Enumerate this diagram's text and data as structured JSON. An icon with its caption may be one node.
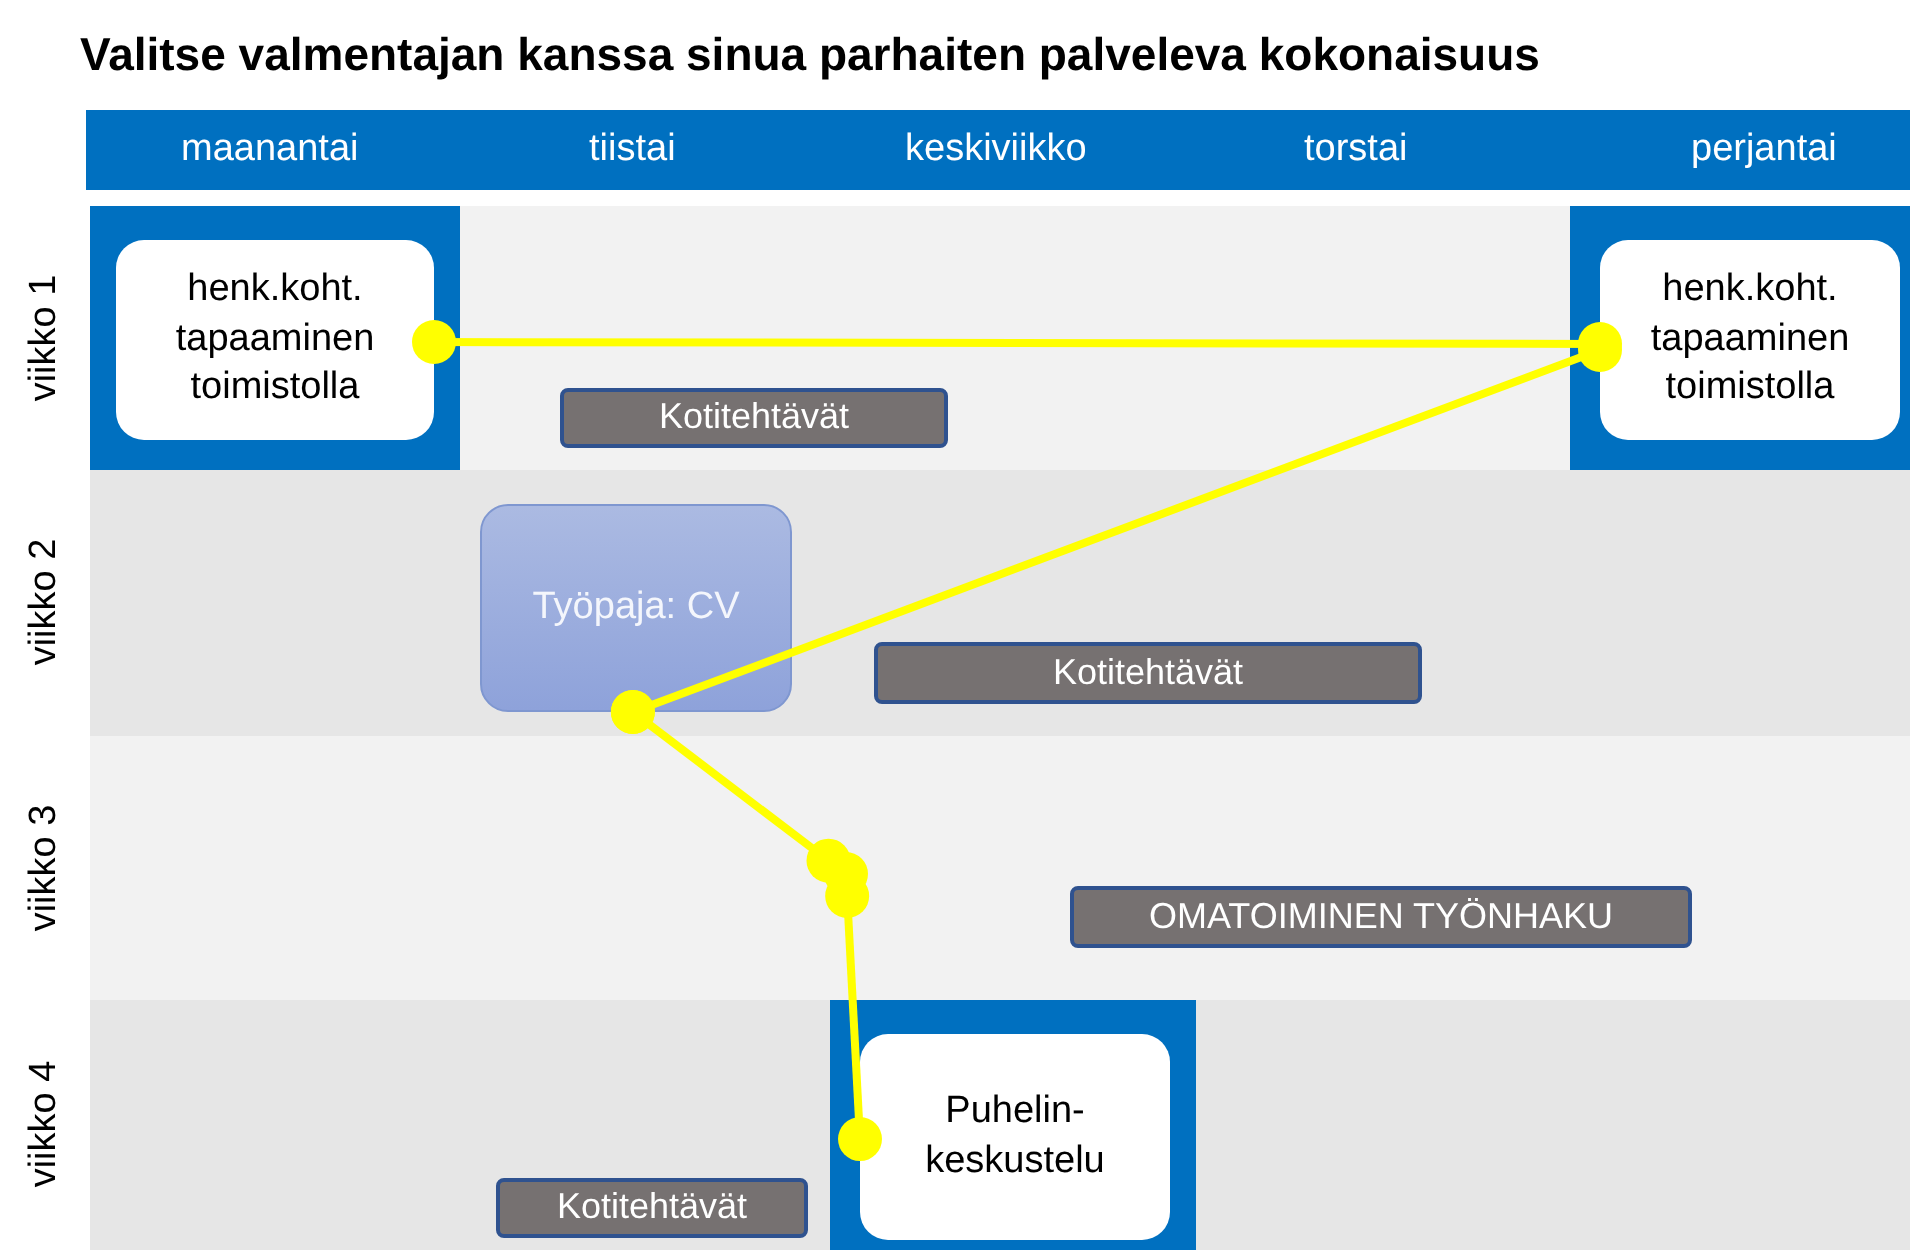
{
  "diagram": {
    "title": "Valitse valmentajan kanssa sinua parhaiten palveleva kokonaisuus",
    "nodes": [
      {
        "text": [
          "henk.koht. tapaaminen toimistolla"
        ]
      },
      {
        "text": [
          "henk.koht. tapaaminen toimistolla"
        ]
      },
      {
        "text": [
          "Työpaja: CV"
        ]
      },
      {
        "text": [
          "Puhelin- keskustelu"
        ]
      },
      {
        "text": [
          "Kotitehtävät"
        ]
      },
      {
        "text": [
          "Kotitehtävät"
        ]
      },
      {
        "text": [
          "OMATOIMINEN TYÖNHAKU"
        ]
      },
      {
        "text": [
          "Kotitehtävät"
        ]
      },
      {
        "text": [],
        "shape": "circle"
      }
    ],
    "edges": [
      {
        "from": 0,
        "to": 1,
        "arrow": "other"
      },
      {
        "from": 1,
        "to": 2,
        "arrow": "other"
      },
      {
        "from": 2,
        "to": 8,
        "arrow": "other"
      },
      {
        "from": 8,
        "to": 3,
        "arrow": "other"
      }
    ],
    "labels": [
      "maanantai",
      "tiistai",
      "keskiviikko",
      "torstai",
      "perjantai",
      "viikko 1",
      "viikko 2",
      "viikko 3",
      "viikko 4"
    ]
  }
}
